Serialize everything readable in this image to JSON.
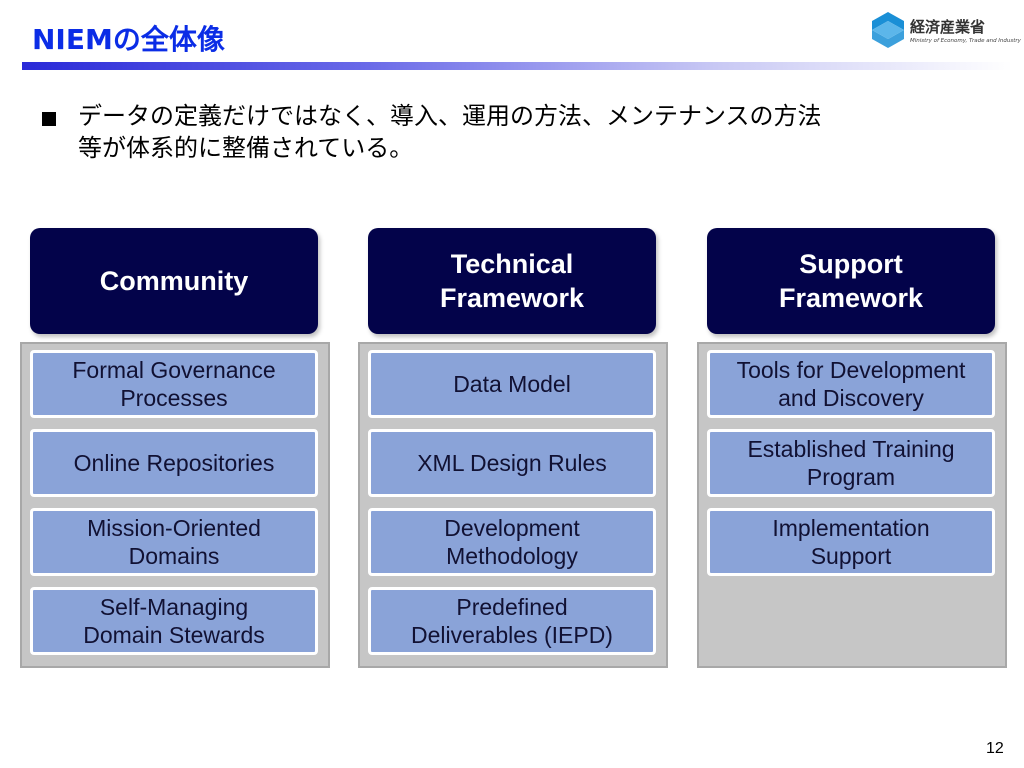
{
  "slide": {
    "title": "NIEMの全体像",
    "page_number": "12"
  },
  "logo": {
    "name_jp": "経済産業省",
    "name_en": "Ministry of Economy, Trade and Industry",
    "icon": "meti-logo-icon",
    "color": "#1a8fd6"
  },
  "body": {
    "line1": "データの定義だけではなく、導入、運用の方法、メンテナンスの方法",
    "line2": "等が体系的に整備されている。"
  },
  "columns": [
    {
      "header": [
        "Community"
      ],
      "items": [
        [
          "Formal Governance",
          "Processes"
        ],
        [
          "Online Repositories"
        ],
        [
          "Mission-Oriented",
          "Domains"
        ],
        [
          "Self-Managing",
          "Domain Stewards"
        ]
      ]
    },
    {
      "header": [
        "Technical",
        "Framework"
      ],
      "items": [
        [
          "Data Model"
        ],
        [
          "XML Design Rules"
        ],
        [
          "Development",
          "Methodology"
        ],
        [
          "Predefined",
          "Deliverables (IEPD)"
        ]
      ]
    },
    {
      "header": [
        "Support",
        "Framework"
      ],
      "items": [
        [
          "Tools for Development",
          "and Discovery"
        ],
        [
          "Established Training",
          "Program"
        ],
        [
          "Implementation",
          "Support"
        ]
      ]
    }
  ],
  "colors": {
    "title": "#0b2de6",
    "header_bg": "#03034a",
    "item_bg": "#8aa3d8",
    "panel_bg": "#c6c6c6"
  }
}
